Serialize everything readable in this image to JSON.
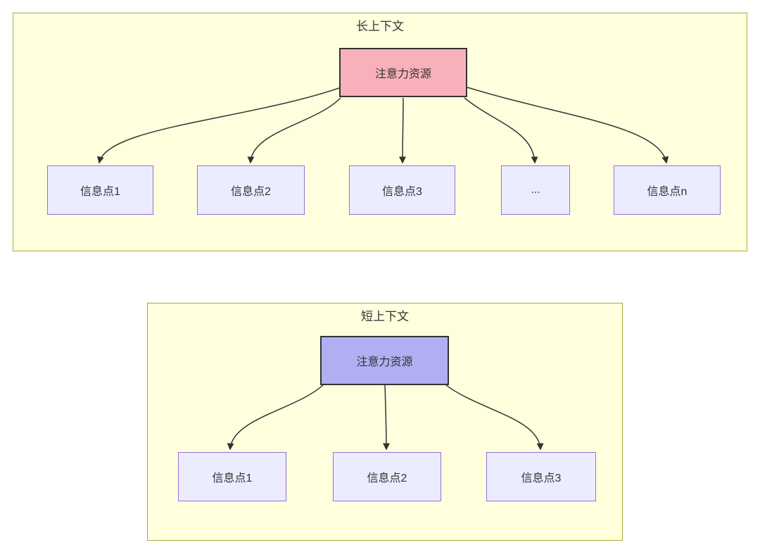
{
  "diagram": {
    "description_visible_text_only": true,
    "panels": [
      {
        "title": "长上下文",
        "attention": {
          "label": "注意力资源",
          "fill": "#f8b1bb"
        },
        "nodes": [
          {
            "label": "信息点1"
          },
          {
            "label": "信息点2"
          },
          {
            "label": "信息点3"
          },
          {
            "label": "..."
          },
          {
            "label": "信息点n"
          }
        ],
        "edges": [
          {
            "from": "注意力资源",
            "to": "信息点1"
          },
          {
            "from": "注意力资源",
            "to": "信息点2"
          },
          {
            "from": "注意力资源",
            "to": "信息点3"
          },
          {
            "from": "注意力资源",
            "to": "..."
          },
          {
            "from": "注意力资源",
            "to": "信息点n"
          }
        ]
      },
      {
        "title": "短上下文",
        "attention": {
          "label": "注意力资源",
          "fill": "#b0aff2"
        },
        "nodes": [
          {
            "label": "信息点1"
          },
          {
            "label": "信息点2"
          },
          {
            "label": "信息点3"
          }
        ],
        "edges": [
          {
            "from": "注意力资源",
            "to": "信息点1"
          },
          {
            "from": "注意力资源",
            "to": "信息点2"
          },
          {
            "from": "注意力资源",
            "to": "信息点3"
          }
        ]
      }
    ],
    "colors": {
      "page_background": "#ffffff",
      "panel_fill": "#ffffde",
      "panel_border": "#aaaa33",
      "info_node_fill": "#ececff",
      "info_node_border": "#9370db",
      "attention_long_fill": "#f8b1bb",
      "attention_short_fill": "#b0aff2",
      "attention_border": "#333333",
      "arrow": "#333333",
      "text": "#333333"
    }
  }
}
